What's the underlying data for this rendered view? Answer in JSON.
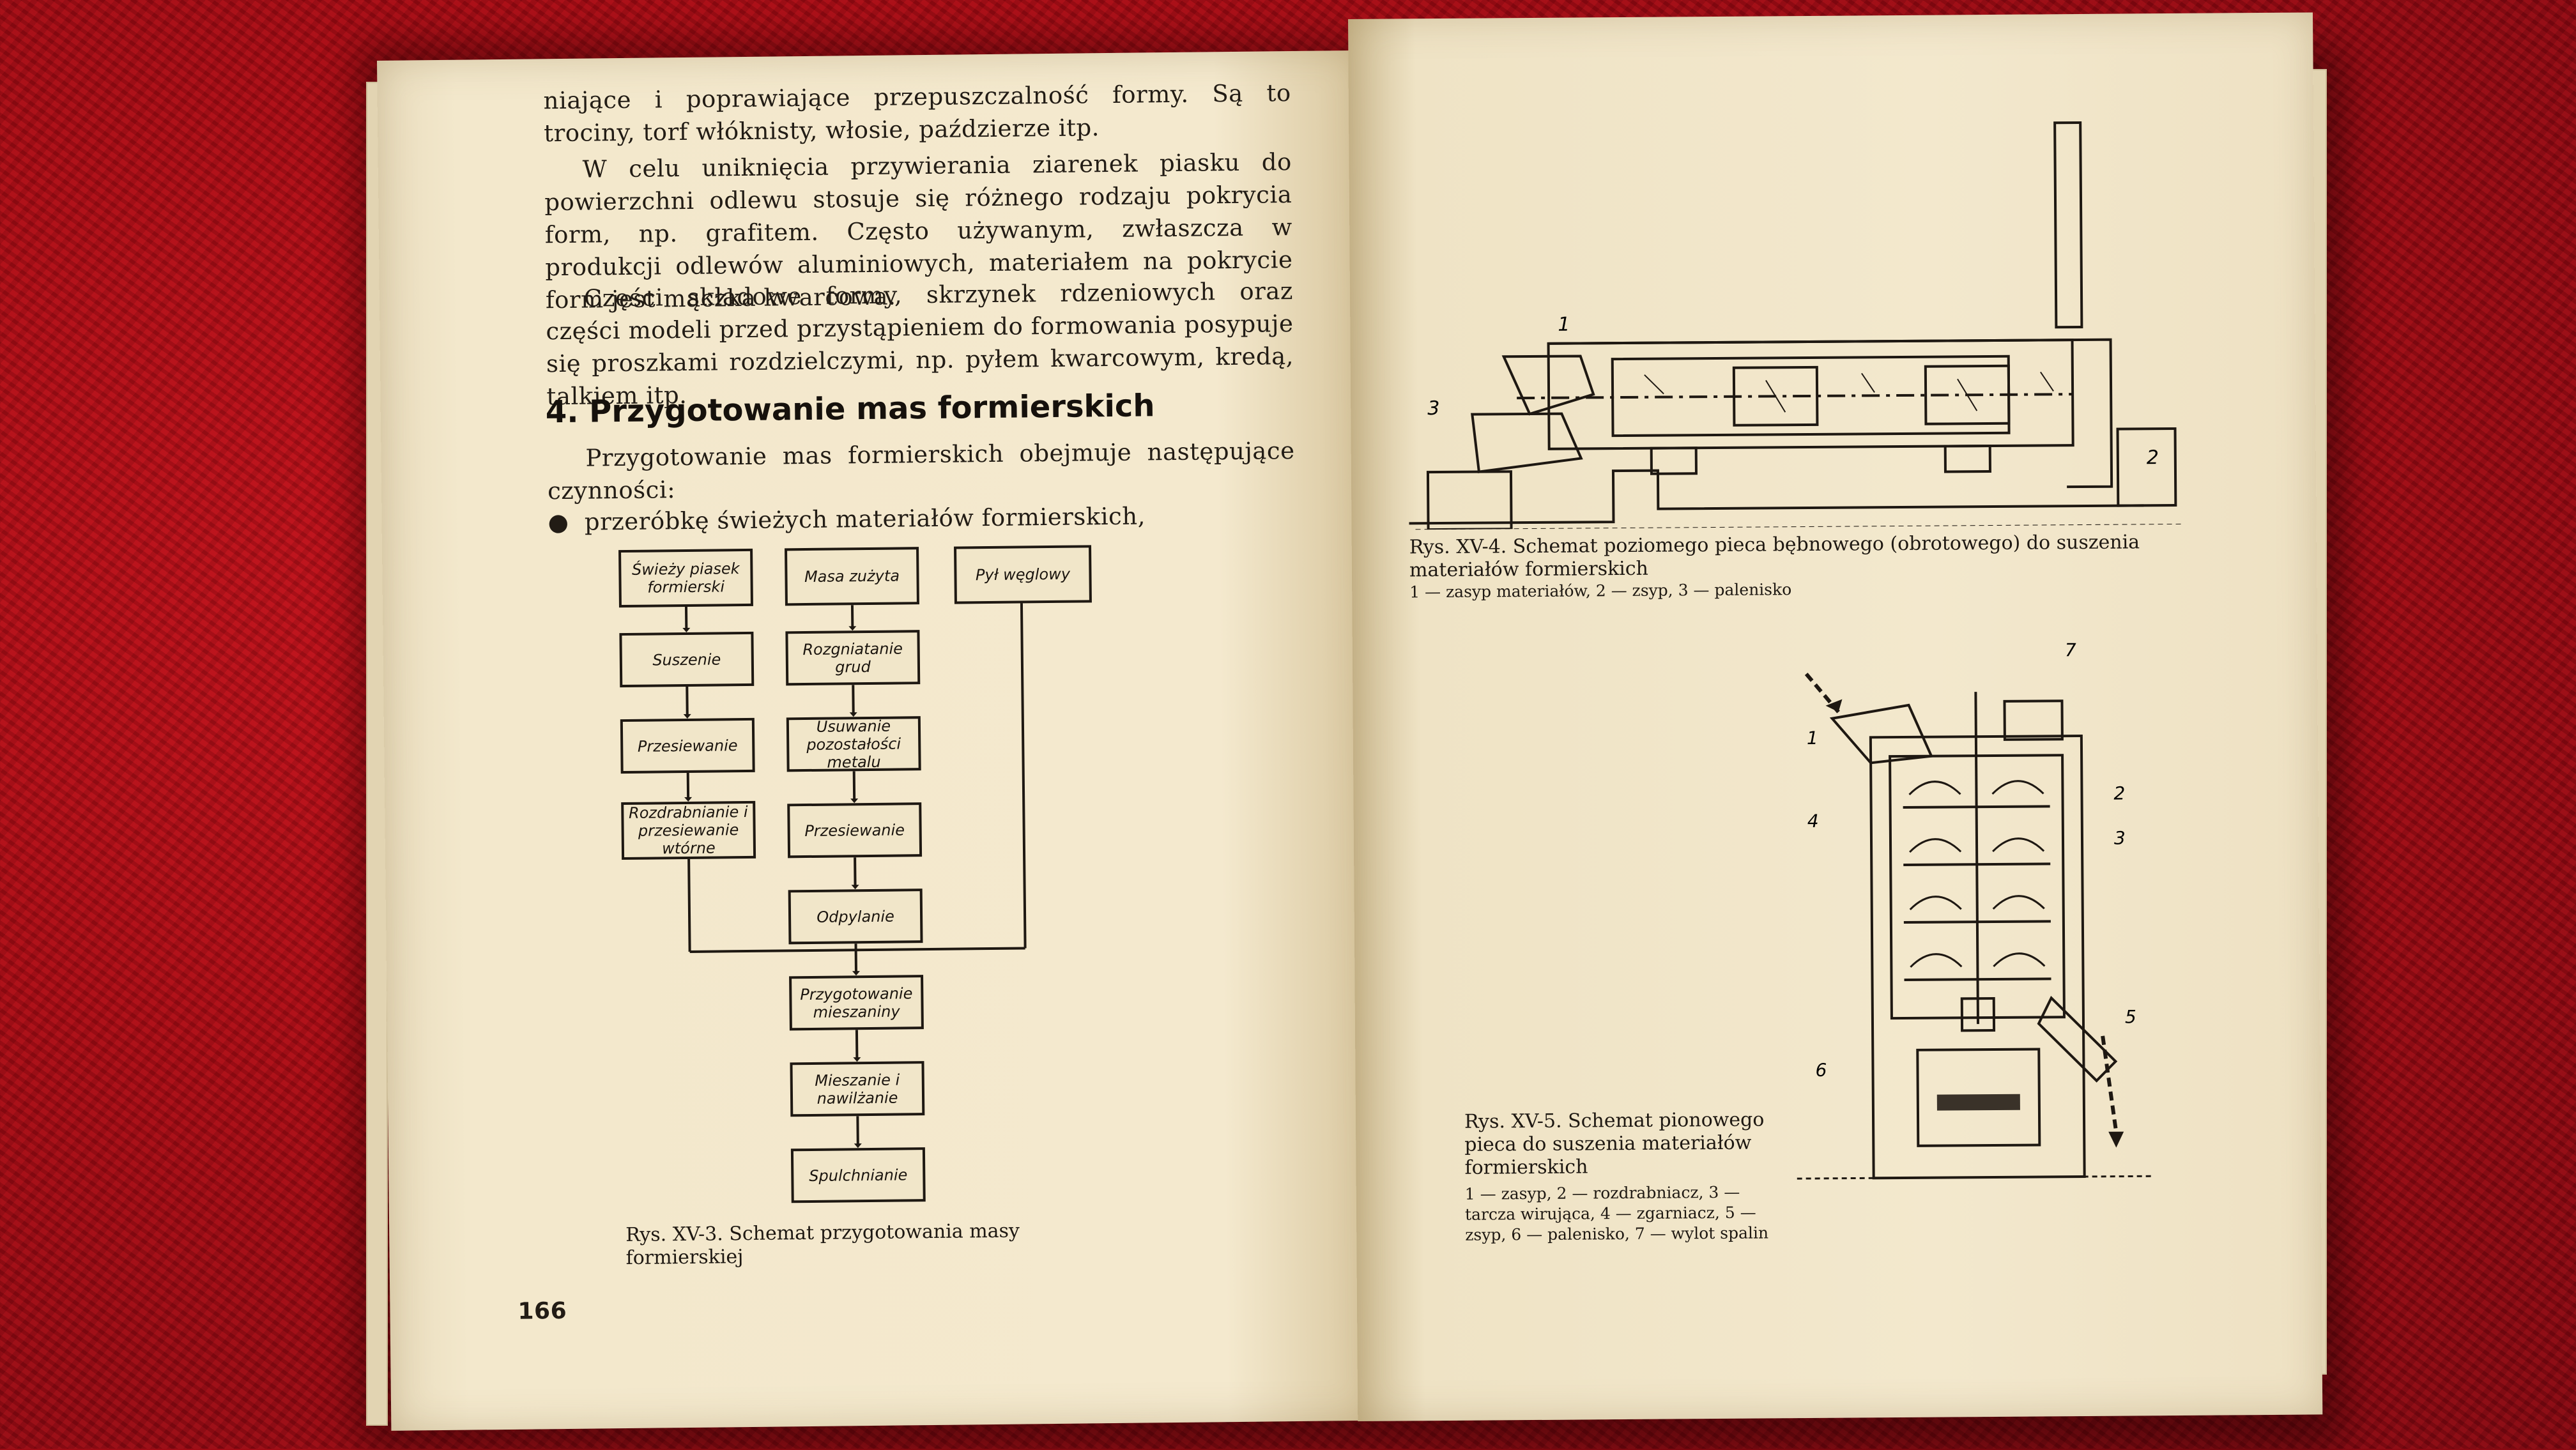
{
  "left_page": {
    "paragraphs": [
      "niające i poprawiające przepuszczalność formy. Są to trociny, torf włóknisty, włosie, paździerze itp.",
      "W celu uniknięcia przywierania ziarenek piasku do powierzchni odlewu stosuje się różnego rodzaju pokrycia form, np. grafitem. Często używanym, zwłaszcza w produkcji odlewów aluminiowych, materiałem na pokrycie form jest mączka kwarcowa.",
      "Części składowe formy, skrzynek rdzeniowych oraz części modeli przed przystąpieniem do formowania posypuje się proszkami rozdzielczymi, np. pyłem kwarcowym, kredą, talkiem itp."
    ],
    "section_heading": "4. Przygotowanie mas formierskich",
    "intro": "Przygotowanie mas formierskich obejmuje następujące czynności:",
    "bullet": "przeróbkę świeżych materiałów formierskich,",
    "flowchart": {
      "col1": [
        "Świeży piasek formierski",
        "Suszenie",
        "Przesiewanie",
        "Rozdrabnianie i przesiewanie wtórne"
      ],
      "col2": [
        "Masa zużyta",
        "Rozgniatanie grud",
        "Usuwanie pozostałości metalu",
        "Przesiewanie",
        "Odpylanie"
      ],
      "col3": [
        "Pył węglowy"
      ],
      "merge": [
        "Przygotowanie mieszaniny",
        "Mieszanie i nawilżanie",
        "Spulchnianie"
      ]
    },
    "caption": "Rys. XV-3. Schemat przygotowania masy formierskiej",
    "page_number": "166"
  },
  "right_page": {
    "fig4": {
      "caption": "Rys. XV-4. Schemat poziomego pieca bębnowego (obrotowego) do suszenia materiałów formierskich",
      "legend": "1 — zasyp materiałów, 2 — zsyp, 3 — palenisko",
      "labels": [
        "1",
        "2",
        "3"
      ]
    },
    "fig5": {
      "caption": "Rys. XV-5. Schemat pionowego pieca do suszenia materiałów formierskich",
      "legend": "1 — zasyp, 2 — rozdrabniacz, 3 — tarcza wirująca, 4 — zgarniacz, 5 — zsyp, 6 — palenisko, 7 — wylot spalin",
      "labels": [
        "1",
        "2",
        "3",
        "4",
        "5",
        "6",
        "7"
      ]
    }
  }
}
